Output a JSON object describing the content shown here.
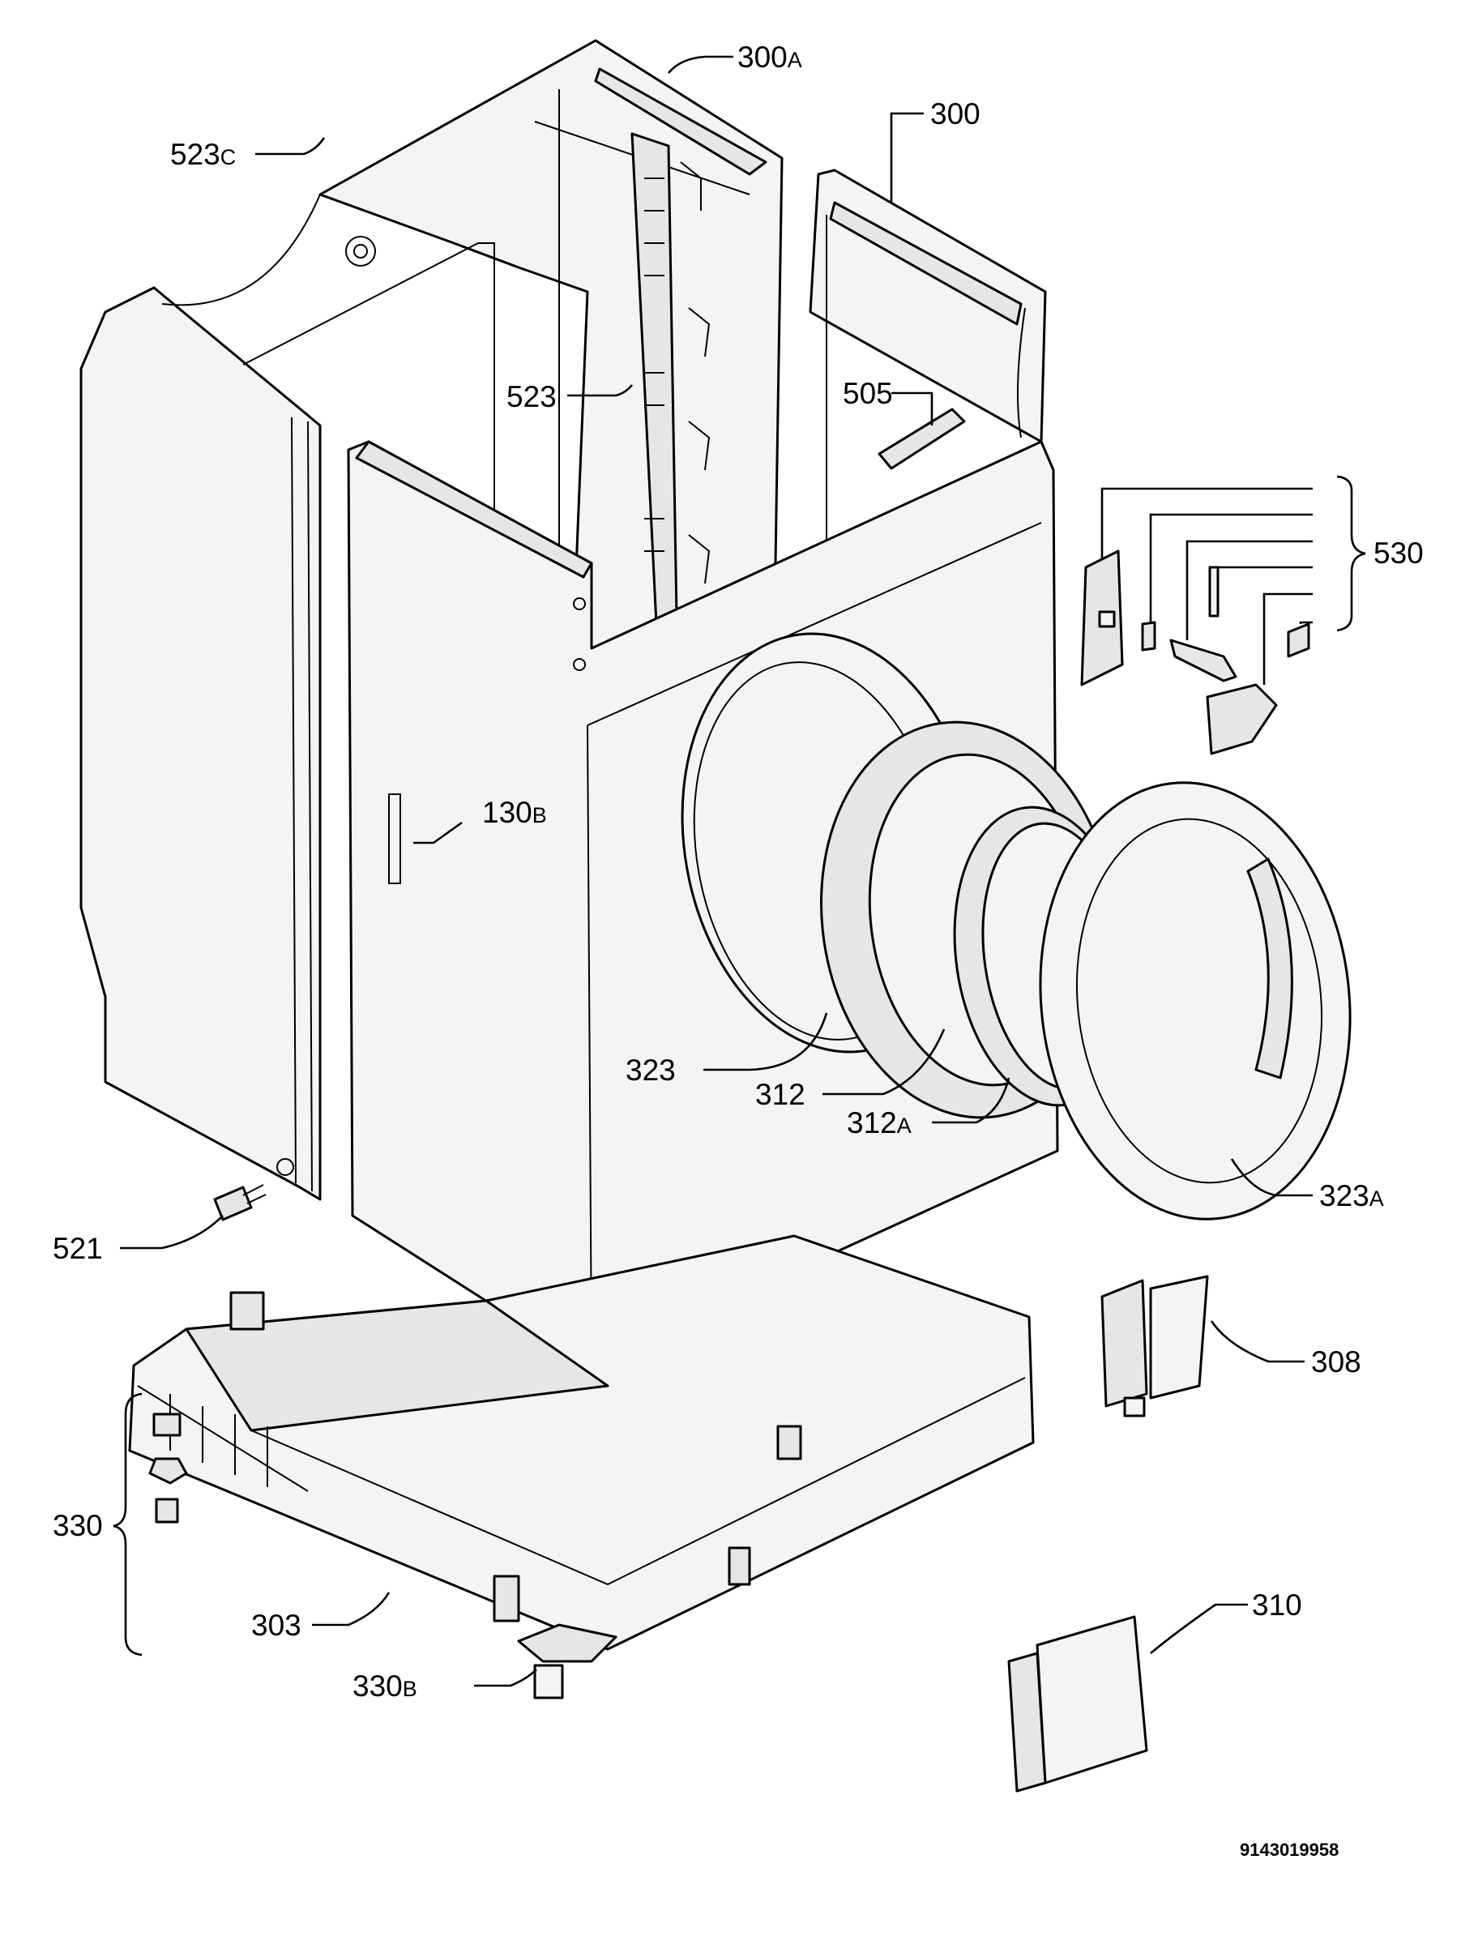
{
  "labels": {
    "p300a": {
      "num": "300",
      "suf": "A"
    },
    "p300": {
      "num": "300",
      "suf": ""
    },
    "p523c": {
      "num": "523",
      "suf": "C"
    },
    "p523": {
      "num": "523",
      "suf": ""
    },
    "p505": {
      "num": "505",
      "suf": ""
    },
    "p530": {
      "num": "530",
      "suf": ""
    },
    "p130b": {
      "num": "130",
      "suf": "B"
    },
    "p323": {
      "num": "323",
      "suf": ""
    },
    "p312": {
      "num": "312",
      "suf": ""
    },
    "p312a": {
      "num": "312",
      "suf": "A"
    },
    "p323a": {
      "num": "323",
      "suf": "A"
    },
    "p521": {
      "num": "521",
      "suf": ""
    },
    "p308": {
      "num": "308",
      "suf": ""
    },
    "p330": {
      "num": "330",
      "suf": ""
    },
    "p303": {
      "num": "303",
      "suf": ""
    },
    "p310": {
      "num": "310",
      "suf": ""
    },
    "p330b": {
      "num": "330",
      "suf": "B"
    }
  },
  "drawing_code": "9143019958"
}
